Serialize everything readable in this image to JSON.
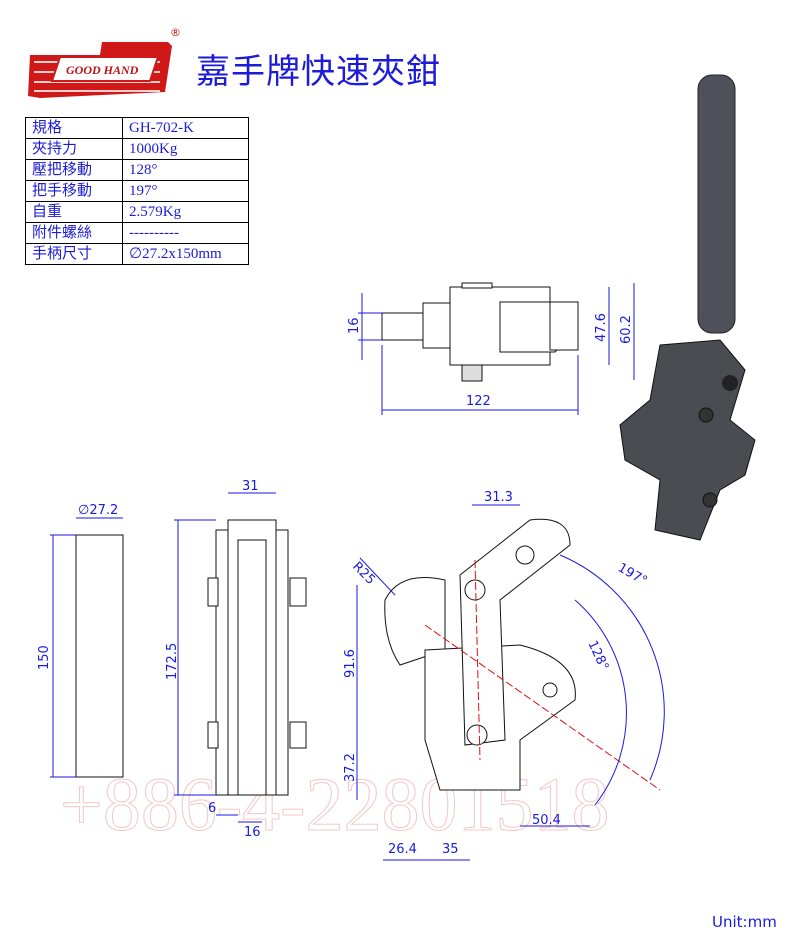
{
  "logo": {
    "brand_text": "GOOD HAND",
    "registered_mark": "®"
  },
  "header": {
    "title": "嘉手牌快速夾鉗"
  },
  "spec_table": {
    "rows": [
      {
        "label": "規格",
        "value": "GH-702-K"
      },
      {
        "label": "夾持力",
        "value": "1000Kg"
      },
      {
        "label": "壓把移動",
        "value": "128°"
      },
      {
        "label": "把手移動",
        "value": "197°"
      },
      {
        "label": "自重",
        "value": "2.579Kg"
      },
      {
        "label": "附件螺絲",
        "value": "----------"
      },
      {
        "label": "手柄尺寸",
        "value": "∅27.2x150mm"
      }
    ]
  },
  "watermark": {
    "phone": "+886-4-22801518"
  },
  "dimensions": {
    "top_view": {
      "width": "16",
      "height1": "47.6",
      "height2": "60.2",
      "length": "122"
    },
    "handle_view": {
      "diameter": "∅27.2",
      "length": "150"
    },
    "side_view": {
      "width": "31",
      "height": "172.5",
      "offset": "6",
      "base": "16"
    },
    "front_view": {
      "top": "31.3",
      "radius": "R25",
      "handle_angle": "197°",
      "press_angle": "128°",
      "height_upper": "91.6",
      "height_lower": "37.2",
      "reach": "50.4",
      "base_left": "26.4",
      "base_right": "35"
    }
  },
  "footer": {
    "unit": "Unit:mm"
  },
  "colors": {
    "dimension": "#1a1ae0",
    "logo_red": "#d01818",
    "centerline": "#e01010"
  }
}
